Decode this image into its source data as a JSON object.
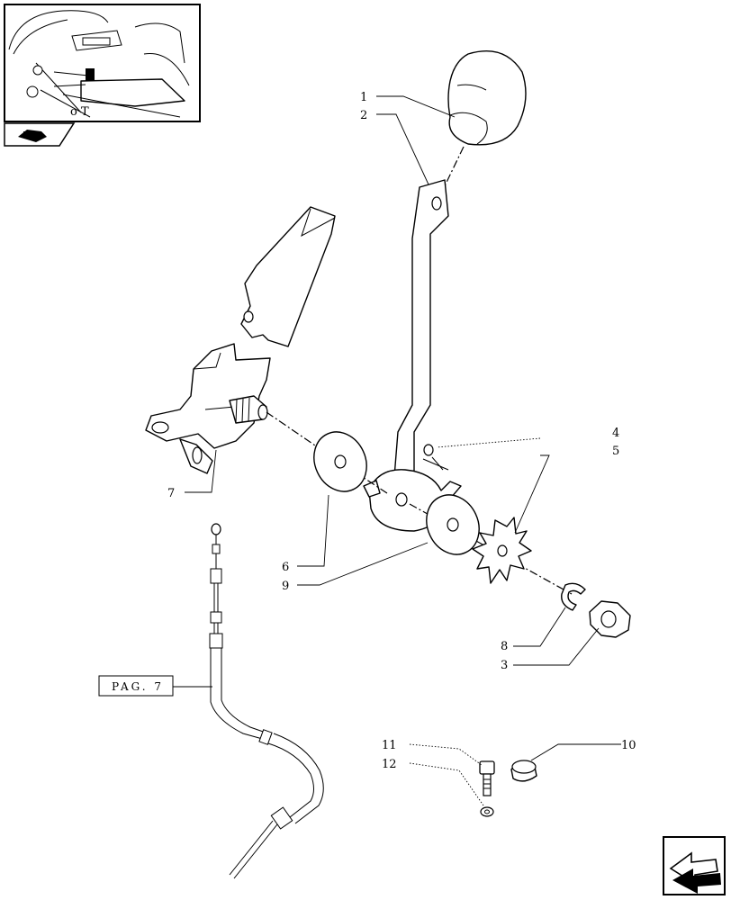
{
  "callouts": {
    "c1": "1",
    "c2": "2",
    "c3": "3",
    "c4": "4",
    "c5": "5",
    "c6": "6",
    "c7": "7",
    "c8": "8",
    "c9": "9",
    "c10": "10",
    "c11": "11",
    "c12": "12"
  },
  "page_reference": "PAG. 7",
  "icons": {
    "section_icon": "tractor-section-icon",
    "next_page": "next-page-arrow-icon"
  }
}
